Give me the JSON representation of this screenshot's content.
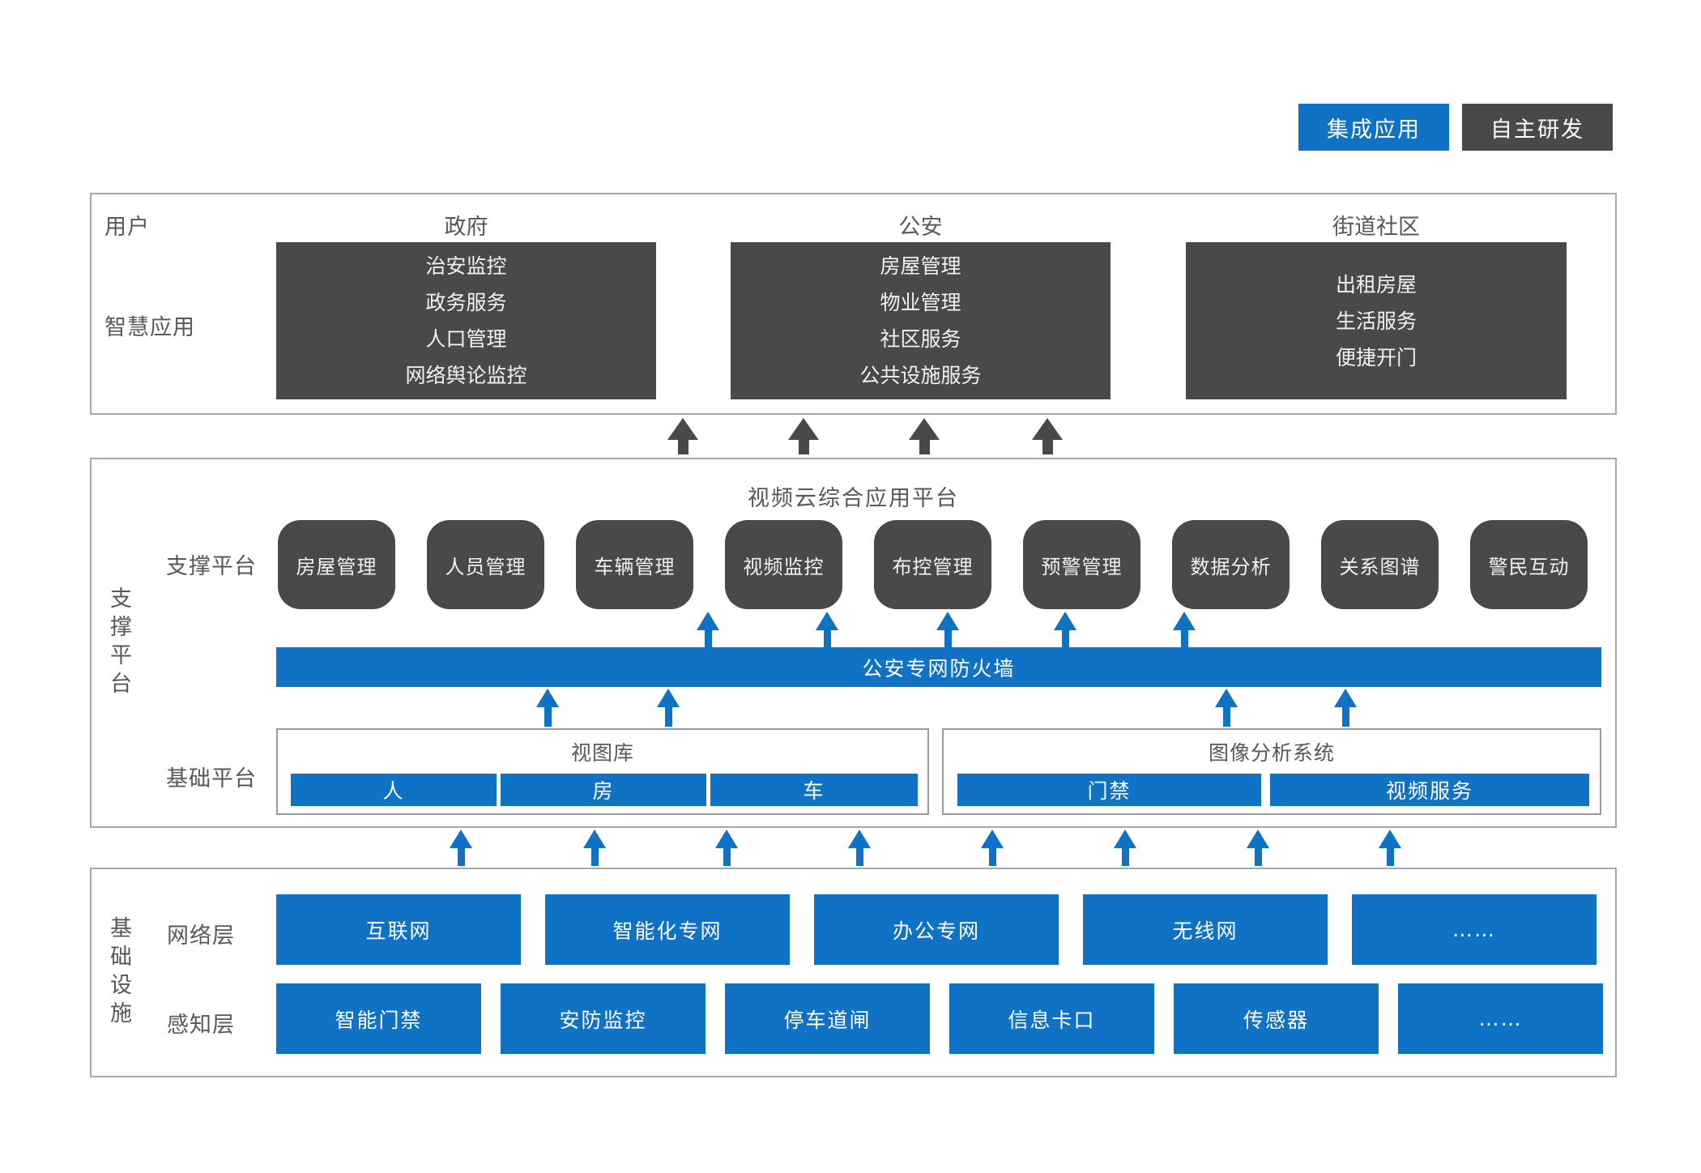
{
  "legend": {
    "integrated": "集成应用",
    "self_developed": "自主研发"
  },
  "top_section": {
    "user_label": "用户",
    "app_label": "智慧应用",
    "columns": [
      {
        "header": "政府",
        "items": [
          "治安监控",
          "政务服务",
          "人口管理",
          "网络舆论监控"
        ]
      },
      {
        "header": "公安",
        "items": [
          "房屋管理",
          "物业管理",
          "社区服务",
          "公共设施服务"
        ]
      },
      {
        "header": "街道社区",
        "items": [
          "出租房屋",
          "生活服务",
          "便捷开门"
        ]
      }
    ]
  },
  "middle_section": {
    "side_label": "支撑平台",
    "title": "视频云综合应用平台",
    "support_row_label": "支撑平台",
    "support_modules": [
      "房屋管理",
      "人员管理",
      "车辆管理",
      "视频监控",
      "布控管理",
      "预警管理",
      "数据分析",
      "关系图谱",
      "警民互动"
    ],
    "firewall_label": "公安专网防火墙",
    "base_row_label": "基础平台",
    "base_platforms": [
      {
        "title": "视图库",
        "items": [
          "人",
          "房",
          "车"
        ]
      },
      {
        "title": "图像分析系统",
        "items": [
          "门禁",
          "视频服务"
        ]
      }
    ]
  },
  "bottom_section": {
    "side_label": "基础设施",
    "network_row": {
      "label": "网络层",
      "items": [
        "互联网",
        "智能化专网",
        "办公专网",
        "无线网",
        "……"
      ]
    },
    "sensing_row": {
      "label": "感知层",
      "items": [
        "智能门禁",
        "安防监控",
        "停车道闸",
        "信息卡口",
        "传感器",
        "……"
      ]
    }
  },
  "colors": {
    "accent_blue": "#0f72c4",
    "accent_dark": "#4a4848",
    "border_gray": "#a8a8a8",
    "label_gray": "#595757"
  }
}
